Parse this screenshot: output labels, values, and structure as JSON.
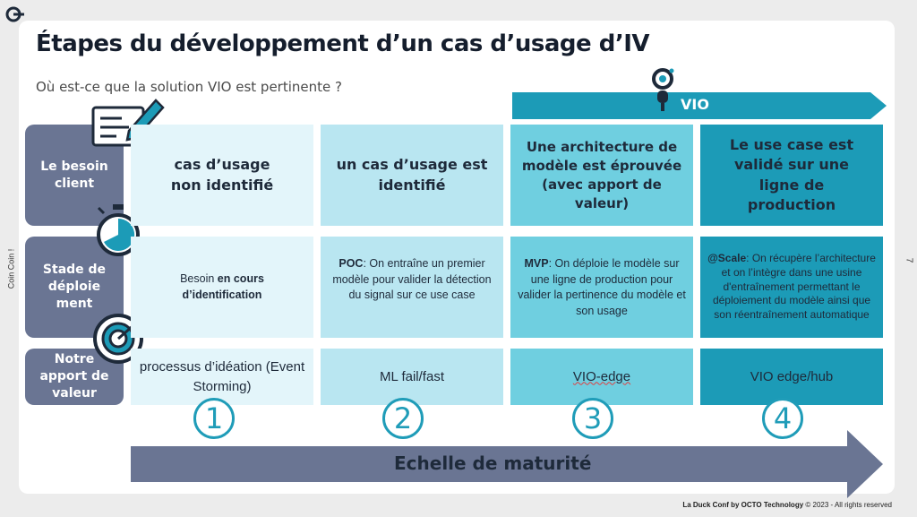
{
  "slide": {
    "title": "Étapes du développement d’un cas d’usage d’IV",
    "subtitle": "Où est-ce que la solution VIO est pertinente ?",
    "side_label": "Coin Coin !",
    "page_number": "7",
    "footer_brand": "La Duck Conf by OCTO Technology",
    "footer_rights": "© 2023 - All rights reserved"
  },
  "vio_banner": {
    "label": "VIO",
    "color": "#1c9bb7"
  },
  "rows": [
    {
      "label": "Le besoin client",
      "icon": "form-pencil-icon"
    },
    {
      "label": "Stade de déploie ment",
      "icon": "stopwatch-icon"
    },
    {
      "label": "Notre apport de valeur",
      "icon": "target-arrow-icon"
    }
  ],
  "columns": [
    {
      "need": "cas d’usage non identifié",
      "stage_prefix": "Besoin ",
      "stage_bold": "en cours d’identification",
      "stage_rest": "",
      "value": "processus d’idéation (Event Storming)",
      "number": "1"
    },
    {
      "need": "un cas d’usage est identifié",
      "stage_prefix": "",
      "stage_bold": "POC",
      "stage_rest": ": On entraîne un premier modèle pour valider la détection du signal sur ce use case",
      "value": "ML fail/fast",
      "number": "2"
    },
    {
      "need": "Une architecture de modèle est éprouvée (avec apport de valeur)",
      "stage_prefix": "",
      "stage_bold": "MVP",
      "stage_rest": ": On déploie le modèle sur une ligne de production pour valider la pertinence du modèle et son usage",
      "value": "VIO-edge",
      "number": "3"
    },
    {
      "need": "Le use case est validé sur une ligne de production",
      "stage_prefix": "",
      "stage_bold": "@Scale",
      "stage_rest": ": On récupère l’architecture et on l’intègre dans une usine d'entraînement permettant le déploiement du modèle ainsi que son réentraînement automatique",
      "value": "VIO edge/hub",
      "number": "4"
    }
  ],
  "maturity": {
    "label": "Echelle de maturité",
    "color": "#6a7593"
  },
  "colors": {
    "accent": "#1c9bb7",
    "row_header": "#6a7593"
  }
}
